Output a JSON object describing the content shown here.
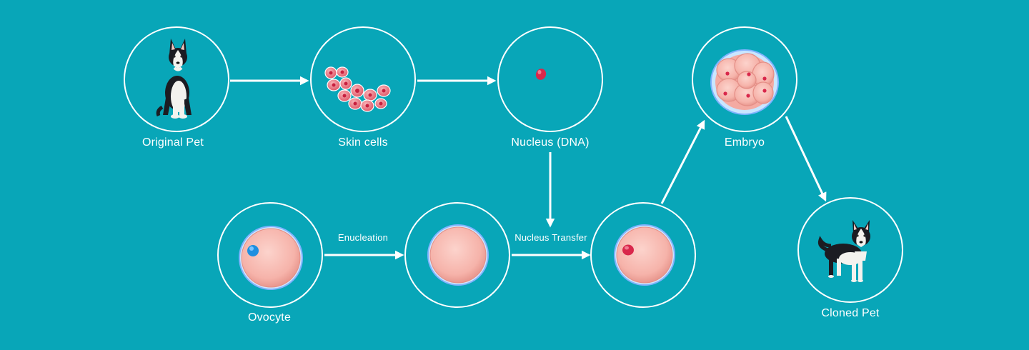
{
  "colors": {
    "background": "#08a6b8",
    "stroke": "#ffffff",
    "cell_fill": "#f7b8b0",
    "cell_rim": "#e48e86",
    "membrane": "#7fb3ff",
    "nucleus_red": "#d9274b",
    "nucleus_blue": "#1f8fe0"
  },
  "nodes": {
    "original_pet": {
      "label": "Original Pet",
      "icon": "husky-sitting-icon"
    },
    "skin_cells": {
      "label": "Skin cells",
      "icon": "skin-cells-cluster-icon"
    },
    "nucleus": {
      "label": "Nucleus (DNA)",
      "icon": "red-nucleus-icon"
    },
    "embryo": {
      "label": "Embryo",
      "icon": "embryo-icon"
    },
    "ovocyte": {
      "label": "Ovocyte",
      "icon": "ovocyte-blue-nucleus-icon"
    },
    "enucleated": {
      "label": "",
      "icon": "enucleated-cell-icon"
    },
    "transferred": {
      "label": "",
      "icon": "cell-red-nucleus-icon"
    },
    "cloned_pet": {
      "label": "Cloned Pet",
      "icon": "husky-standing-icon"
    }
  },
  "edges": {
    "enucleation": "Enucleation",
    "nucleus_transfer": "Nucleus Transfer"
  }
}
